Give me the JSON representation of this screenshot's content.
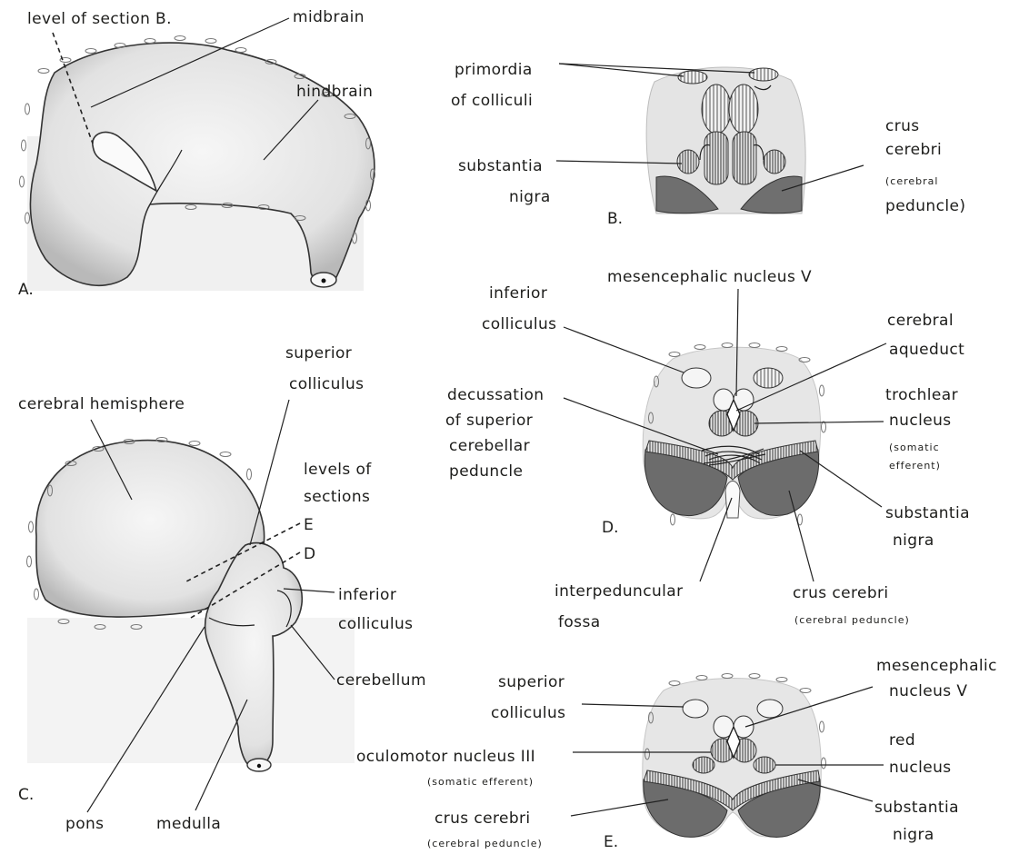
{
  "panels": {
    "A": {
      "letter": "A.",
      "labels": {
        "level_section_b": "level of section B.",
        "midbrain": "midbrain",
        "hindbrain": "hindbrain"
      }
    },
    "B": {
      "letter": "B.",
      "labels": {
        "primordia_1": "primordia",
        "primordia_2": "of colliculi",
        "substantia_1": "substantia",
        "substantia_2": "nigra",
        "crus_1": "crus",
        "crus_2": "cerebri",
        "crus_3": "(cerebral",
        "crus_4": "peduncle)"
      }
    },
    "C": {
      "letter": "C.",
      "labels": {
        "cerebral_hemisphere": "cerebral hemisphere",
        "sup_coll_1": "superior",
        "sup_coll_2": "colliculus",
        "levels_1": "levels of",
        "levels_2": "sections",
        "level_e": "E",
        "level_d": "D",
        "inf_coll_1": "inferior",
        "inf_coll_2": "colliculus",
        "cerebellum": "cerebellum",
        "pons": "pons",
        "medulla": "medulla"
      }
    },
    "D": {
      "letter": "D.",
      "labels": {
        "inf_coll_1": "inferior",
        "inf_coll_2": "colliculus",
        "mesencephalic": "mesencephalic nucleus V",
        "aqueduct_1": "cerebral",
        "aqueduct_2": "aqueduct",
        "decussation_1": "decussation",
        "decussation_2": "of superior",
        "decussation_3": "cerebellar",
        "decussation_4": "peduncle",
        "trochlear_1": "trochlear",
        "trochlear_2": "nucleus",
        "trochlear_3": "(somatic",
        "trochlear_4": "efferent)",
        "substantia_1": "substantia",
        "substantia_2": "nigra",
        "interped_1": "interpeduncular",
        "interped_2": "fossa",
        "crus_1": "crus cerebri",
        "crus_2": "(cerebral peduncle)"
      }
    },
    "E": {
      "letter": "E.",
      "labels": {
        "sup_coll_1": "superior",
        "sup_coll_2": "colliculus",
        "mesencephalic_1": "mesencephalic",
        "mesencephalic_2": "nucleus V",
        "oculomotor_1": "oculomotor nucleus III",
        "oculomotor_2": "(somatic efferent)",
        "red_1": "red",
        "red_2": "nucleus",
        "crus_1": "crus cerebri",
        "crus_2": "(cerebral peduncle)",
        "substantia_1": "substantia",
        "substantia_2": "nigra"
      }
    }
  },
  "colors": {
    "tissue_light": "#e3e3e3",
    "tissue_dark": "#6c6c6c",
    "line": "#222222",
    "background": "#ffffff"
  }
}
